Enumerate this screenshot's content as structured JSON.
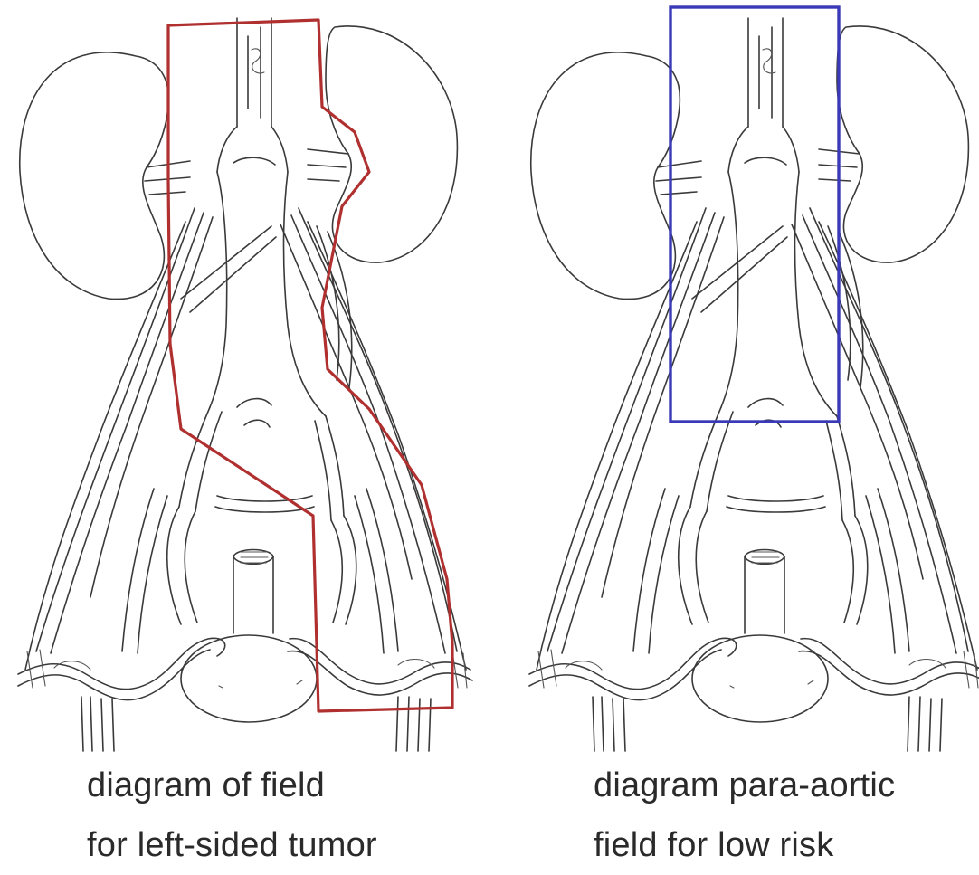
{
  "figures": [
    {
      "caption_line1": "diagram of field",
      "caption_line2": "for left-sided tumor",
      "field_color": "#b03030"
    },
    {
      "caption_line1": "diagram para-aortic",
      "caption_line2": "field for low risk",
      "field_color": "#3a3ab8"
    }
  ],
  "colors": {
    "ink": "#3a3a3a",
    "background": "#ffffff"
  }
}
